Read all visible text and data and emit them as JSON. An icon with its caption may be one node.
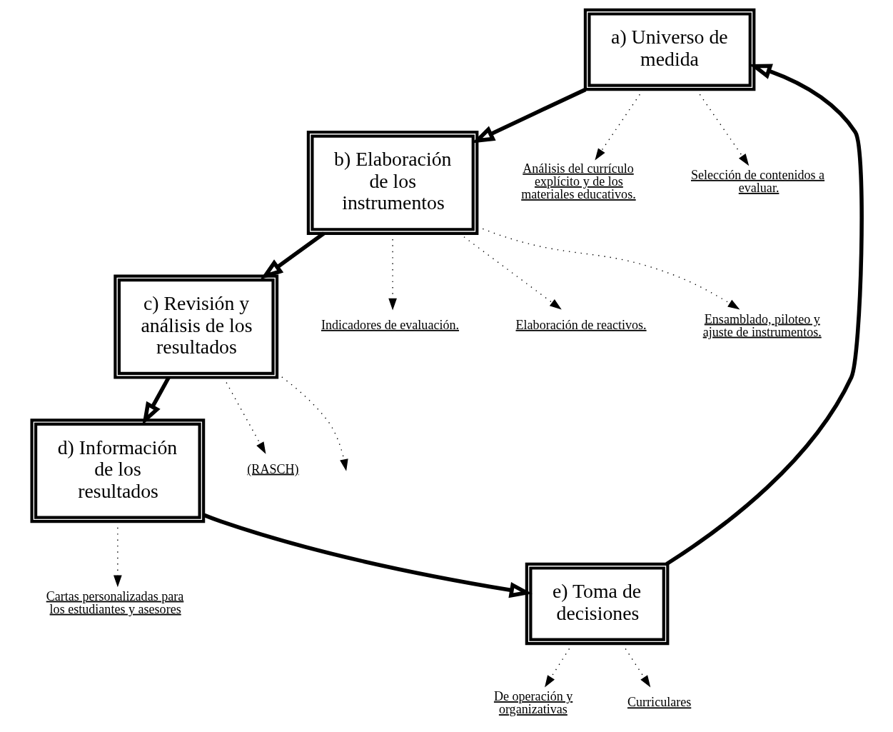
{
  "diagram": {
    "nodes": [
      {
        "text": [
          "a) Universo de medida"
        ]
      },
      {
        "text": [
          "b) Elaboración de los instrumentos"
        ]
      },
      {
        "text": [
          "c) Revisión y análisis de los resultados"
        ]
      },
      {
        "text": [
          "d) Información de los resultados"
        ]
      },
      {
        "text": [
          "e) Toma de decisiones"
        ]
      },
      {
        "text": [
          "Análisis del currículo explícito y de los materiales educativos."
        ]
      },
      {
        "text": [
          "Selección de contenidos a evaluar."
        ]
      },
      {
        "text": [
          "Indicadores de evaluación."
        ]
      },
      {
        "text": [
          "Elaboración de reactivos."
        ]
      },
      {
        "text": [
          "Ensamblado, piloteo y ajuste de instrumentos."
        ]
      },
      {
        "text": [
          "(RASCH)"
        ]
      },
      {
        "text": [
          "Cartas personalizadas para los estudiantes y asesores"
        ]
      },
      {
        "text": [
          "De operación y organizativas"
        ]
      },
      {
        "text": [
          "Curriculares"
        ]
      }
    ],
    "edges": [
      {
        "from": 4,
        "to": 0,
        "arrow": "to",
        "style": "thick"
      },
      {
        "from": 0,
        "to": 1,
        "arrow": "to",
        "style": "thick"
      },
      {
        "from": 1,
        "to": 2,
        "arrow": "to",
        "style": "thick"
      },
      {
        "from": 2,
        "to": 3,
        "arrow": "to",
        "style": "thick"
      },
      {
        "from": 3,
        "to": 4,
        "arrow": "to",
        "style": "thick"
      },
      {
        "from": 0,
        "to": 5,
        "arrow": "to",
        "style": "dashed"
      },
      {
        "from": 0,
        "to": 6,
        "arrow": "to",
        "style": "dashed"
      },
      {
        "from": 1,
        "to": 7,
        "arrow": "to",
        "style": "dashed"
      },
      {
        "from": 1,
        "to": 8,
        "arrow": "to",
        "style": "dashed"
      },
      {
        "from": 1,
        "to": 9,
        "arrow": "to",
        "style": "dashed"
      },
      {
        "from": 2,
        "to": 10,
        "arrow": "to",
        "style": "dashed"
      },
      {
        "from": 2,
        "to": null,
        "arrow": "to",
        "style": "dashed"
      },
      {
        "from": 3,
        "to": 11,
        "arrow": "to",
        "style": "dashed"
      },
      {
        "from": 4,
        "to": 12,
        "arrow": "to",
        "style": "dashed"
      },
      {
        "from": 4,
        "to": 13,
        "arrow": "to",
        "style": "dashed"
      }
    ]
  }
}
